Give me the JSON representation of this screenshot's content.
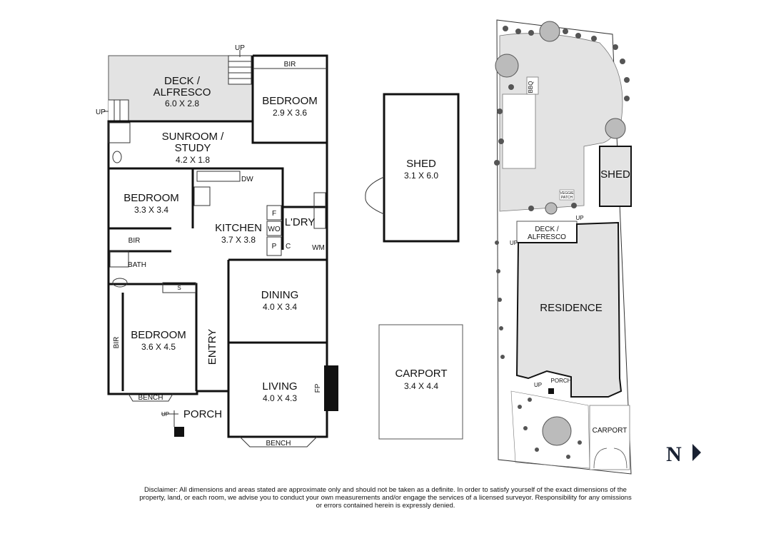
{
  "rooms": {
    "deck": {
      "name1": "DECK /",
      "name2": "ALFRESCO",
      "dims": "6.0 X 2.8"
    },
    "bedroom_ne": {
      "name": "BEDROOM",
      "dims": "2.9 X 3.6"
    },
    "bir_top": "BIR",
    "sunroom": {
      "name1": "SUNROOM /",
      "name2": "STUDY",
      "dims": "4.2 X 1.8"
    },
    "bedroom_mid": {
      "name": "BEDROOM",
      "dims": "3.3 X 3.4"
    },
    "kitchen": {
      "name": "KITCHEN",
      "dims": "3.7 X 3.8"
    },
    "laundry": "L'DRY",
    "bir_mid": "BIR",
    "bath": "BATH",
    "dining": {
      "name": "DINING",
      "dims": "4.0 X 3.4"
    },
    "bedroom_sw": {
      "name": "BEDROOM",
      "dims": "3.6 X 4.5"
    },
    "bir_side": "BIR",
    "entry": "ENTRY",
    "living": {
      "name": "LIVING",
      "dims": "4.0 X 4.3"
    },
    "porch": "PORCH",
    "bench_bed": "BENCH",
    "bench_living": "BENCH",
    "shed": {
      "name": "SHED",
      "dims": "3.1 X 6.0"
    },
    "carport": {
      "name": "CARPORT",
      "dims": "3.4 X 4.4"
    }
  },
  "fixtures": {
    "dw": "DW",
    "f": "F",
    "wo": "WO",
    "p": "P",
    "c": "C",
    "wm": "WM",
    "s": "S",
    "fp": "FP",
    "up_deck_top": "UP",
    "up_deck_left": "UP",
    "up_porch": "UP"
  },
  "site": {
    "bbq": "BBQ",
    "veggie1": "VEGGIE",
    "veggie2": "PATCH",
    "shed": "SHED",
    "deck1": "DECK /",
    "deck2": "ALFRESCO",
    "up_deck_right": "UP",
    "up_deck_left": "UP",
    "residence": "RESIDENCE",
    "porch": "PORCH",
    "up_porch": "UP",
    "carport": "CARPORT"
  },
  "north": "N",
  "disclaimer": "Disclaimer: All dimensions and areas stated are approximate only and should not be taken as a definite. In order to satisfy yourself of the exact dimensions of the property, land, or each room, we advise you to conduct your own measurements and/or engage the services of a licensed surveyor. Responsibility for any omissions or errors contained herein is expressly denied."
}
